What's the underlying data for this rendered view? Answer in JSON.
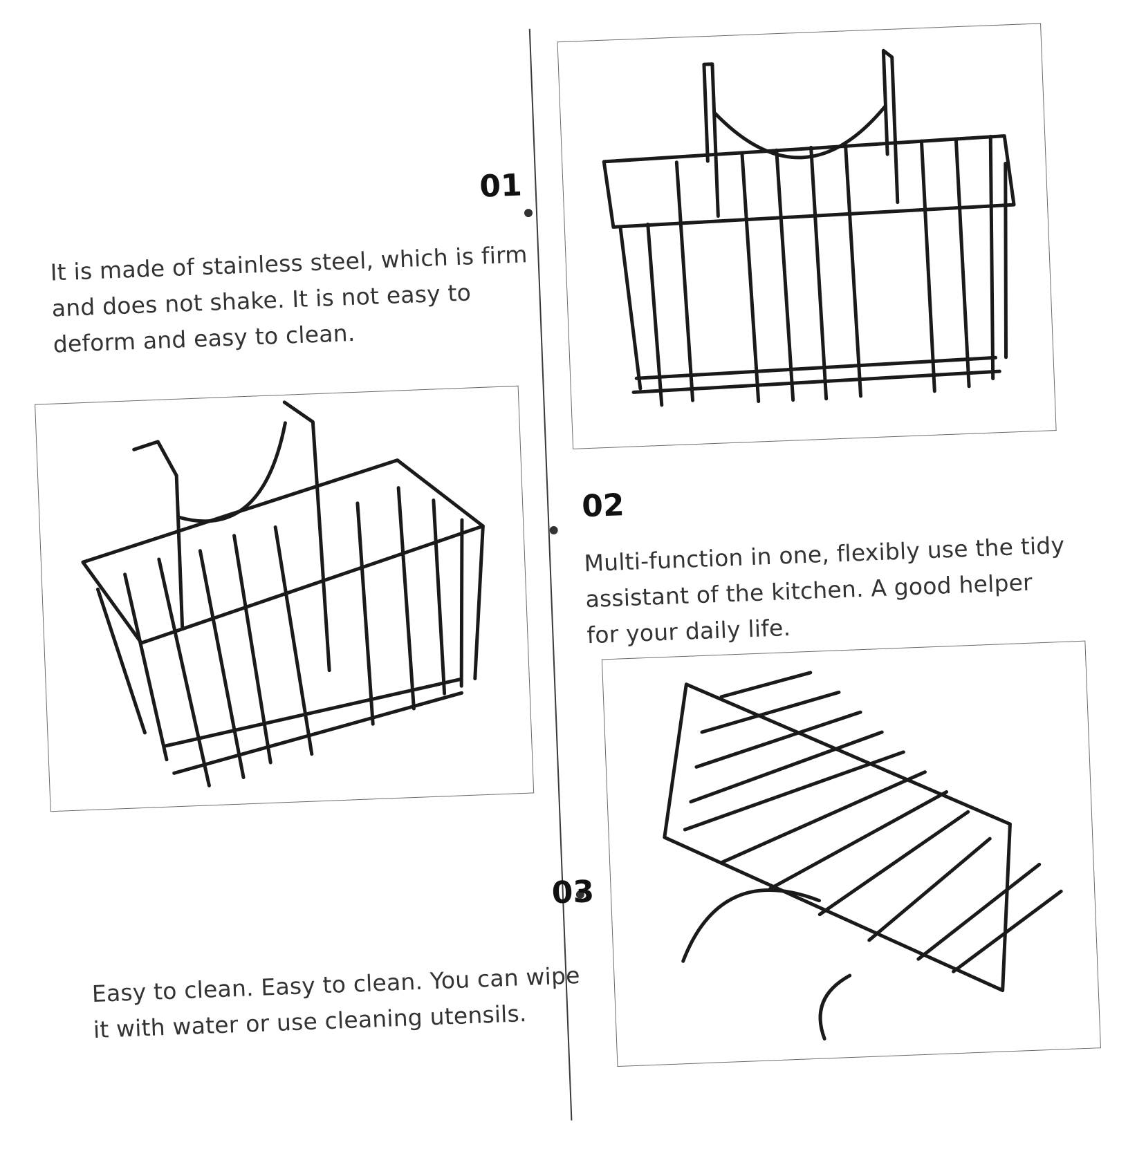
{
  "features": [
    {
      "number": "01",
      "text_lines": [
        "It is made of stainless steel, which is firm",
        "and does not shake. It is not easy to",
        "deform and easy to clean."
      ]
    },
    {
      "number": "02",
      "text_lines": [
        "Multi-function in one, flexibly use the tidy",
        "assistant of the kitchen. A good helper",
        "for your daily life."
      ]
    },
    {
      "number": "03",
      "text_lines": [
        "Easy to clean. Easy to clean. You can wipe",
        "it with water or use cleaning utensils."
      ]
    }
  ],
  "photos": [
    {
      "subject": "wire-sponge-basket-front-view-icon"
    },
    {
      "subject": "wire-sponge-basket-angled-view-icon"
    },
    {
      "subject": "wire-sponge-holder-rack-icon"
    }
  ],
  "colors": {
    "background": "#ffffff",
    "text": "#333333",
    "number": "#111111",
    "wire": "#1a1a1a",
    "frame": "#6a6a6a"
  }
}
